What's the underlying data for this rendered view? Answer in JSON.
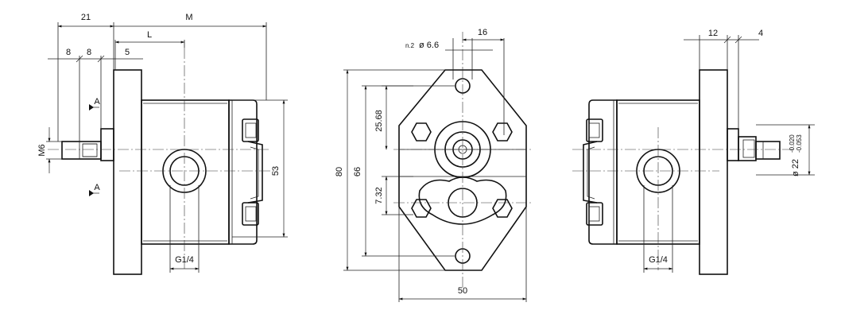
{
  "dimensions": {
    "d21": "21",
    "M": "M",
    "L": "L",
    "d8a": "8",
    "d8b": "8",
    "d5": "5",
    "M6": "M6",
    "sectionA_top": "A",
    "sectionA_bottom": "A",
    "d53": "53",
    "G14_left": "G1/4",
    "n2": "n.2",
    "hole": "ø 6.6",
    "d16": "16",
    "d80": "80",
    "d66": "66",
    "d2568": "25.68",
    "d732": "7.32",
    "d50": "50",
    "d12": "12",
    "d4": "4",
    "shaft_dia": "ø 22",
    "tol_upper": "-0.020",
    "tol_lower": "-0.053",
    "G14_right": "G1/4"
  }
}
